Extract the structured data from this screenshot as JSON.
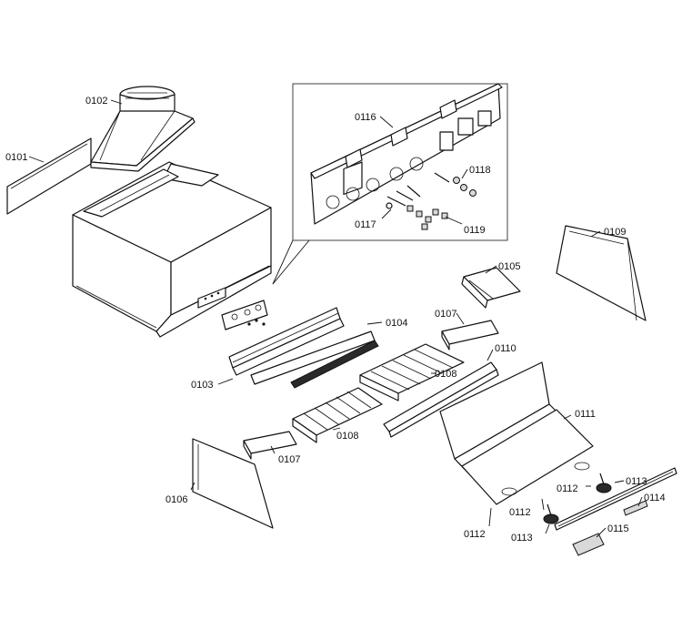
{
  "labels": {
    "p0101": "0101",
    "p0102": "0102",
    "p0103": "0103",
    "p0104": "0104",
    "p0105": "0105",
    "p0106": "0106",
    "p0107a": "0107",
    "p0107b": "0107",
    "p0108a": "0108",
    "p0108b": "0108",
    "p0109": "0109",
    "p0110": "0110",
    "p0111": "0111",
    "p0112a": "0112",
    "p0112b": "0112",
    "p0112c": "0112",
    "p0113a": "0113",
    "p0113b": "0113",
    "p0114": "0114",
    "p0115": "0115",
    "p0116": "0116",
    "p0117": "0117",
    "p0118": "0118",
    "p0119": "0119"
  }
}
